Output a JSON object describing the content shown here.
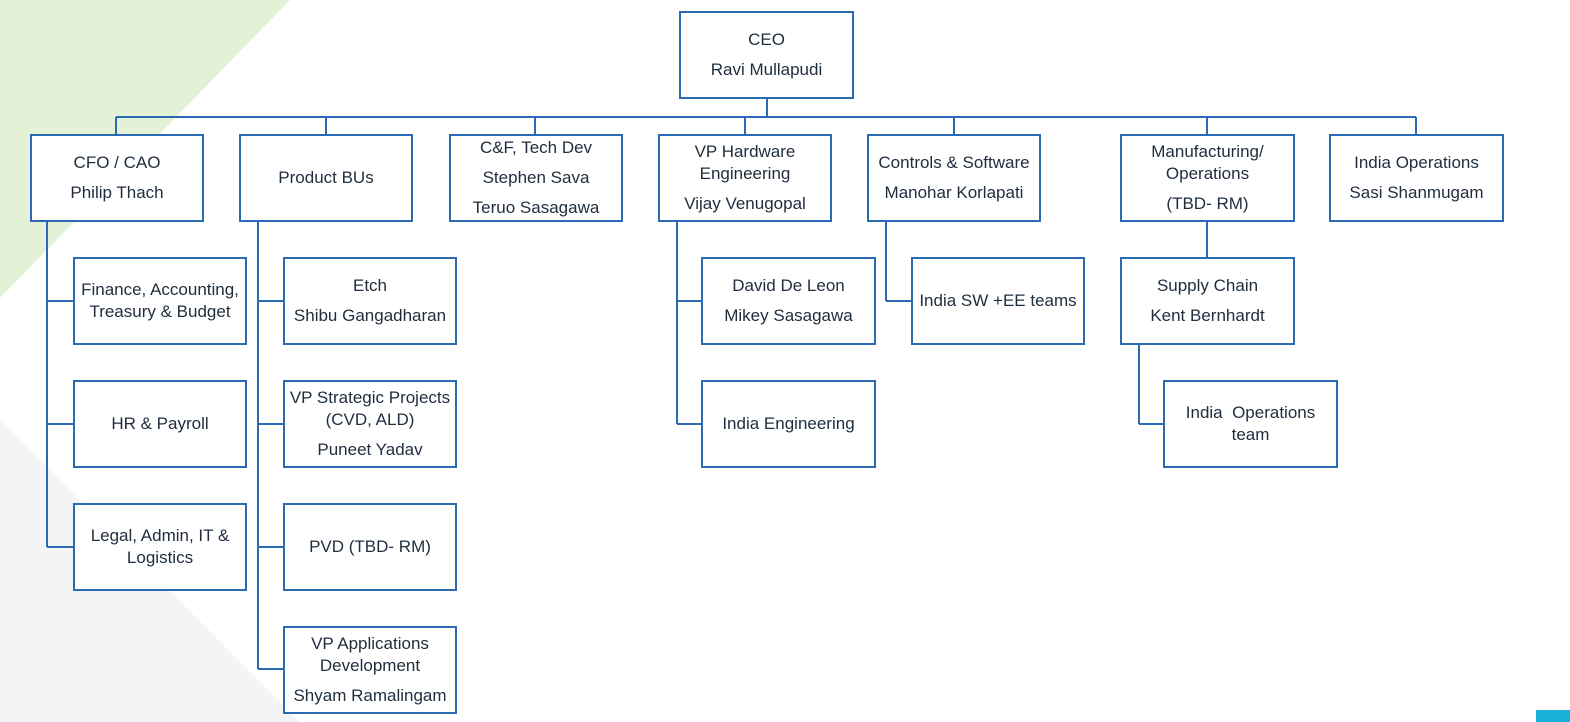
{
  "chart": {
    "ceo": {
      "title": "CEO",
      "name": "Ravi Mullapudi"
    },
    "cfo": {
      "title": "CFO / CAO",
      "name": "Philip Thach"
    },
    "product_bus": {
      "title": "Product BUs"
    },
    "cf_tech": {
      "title": "C&F, Tech Dev",
      "name1": "Stephen Sava",
      "name2": "Teruo Sasagawa"
    },
    "vp_hw": {
      "title1": "VP Hardware",
      "title2": "Engineering",
      "name": "Vijay Venugopal"
    },
    "controls": {
      "title": "Controls & Software",
      "name": "Manohar Korlapati"
    },
    "manufacturing": {
      "title1": "Manufacturing/",
      "title2": "Operations",
      "name": "(TBD- RM)"
    },
    "india_ops": {
      "title": "India Operations",
      "name": "Sasi Shanmugam"
    },
    "finance": {
      "line1": "Finance, Accounting,",
      "line2": "Treasury & Budget"
    },
    "hr": {
      "title": "HR & Payroll"
    },
    "legal": {
      "line1": "Legal, Admin, IT &",
      "line2": "Logistics"
    },
    "etch": {
      "title": "Etch",
      "name": "Shibu Gangadharan"
    },
    "vp_strategic": {
      "title1": "VP Strategic Projects",
      "title2": "(CVD, ALD)",
      "name": "Puneet Yadav"
    },
    "pvd": {
      "title": "PVD (TBD- RM)"
    },
    "vp_apps": {
      "title1": "VP Applications",
      "title2": "Development",
      "name": "Shyam Ramalingam"
    },
    "david": {
      "name1": "David De Leon",
      "name2": "Mikey Sasagawa"
    },
    "india_eng": {
      "title": "India Engineering"
    },
    "india_sw": {
      "title": "India SW +EE teams"
    },
    "supply_chain": {
      "title": "Supply Chain",
      "name": "Kent Bernhardt"
    },
    "india_ops_team": {
      "line1": "India  Operations",
      "line2": "team"
    }
  },
  "colors": {
    "line": "#2a6ab3",
    "bg_green": "#e3f1d6",
    "bg_grey": "#f3f4f5",
    "accent": "#1ab0d8"
  }
}
